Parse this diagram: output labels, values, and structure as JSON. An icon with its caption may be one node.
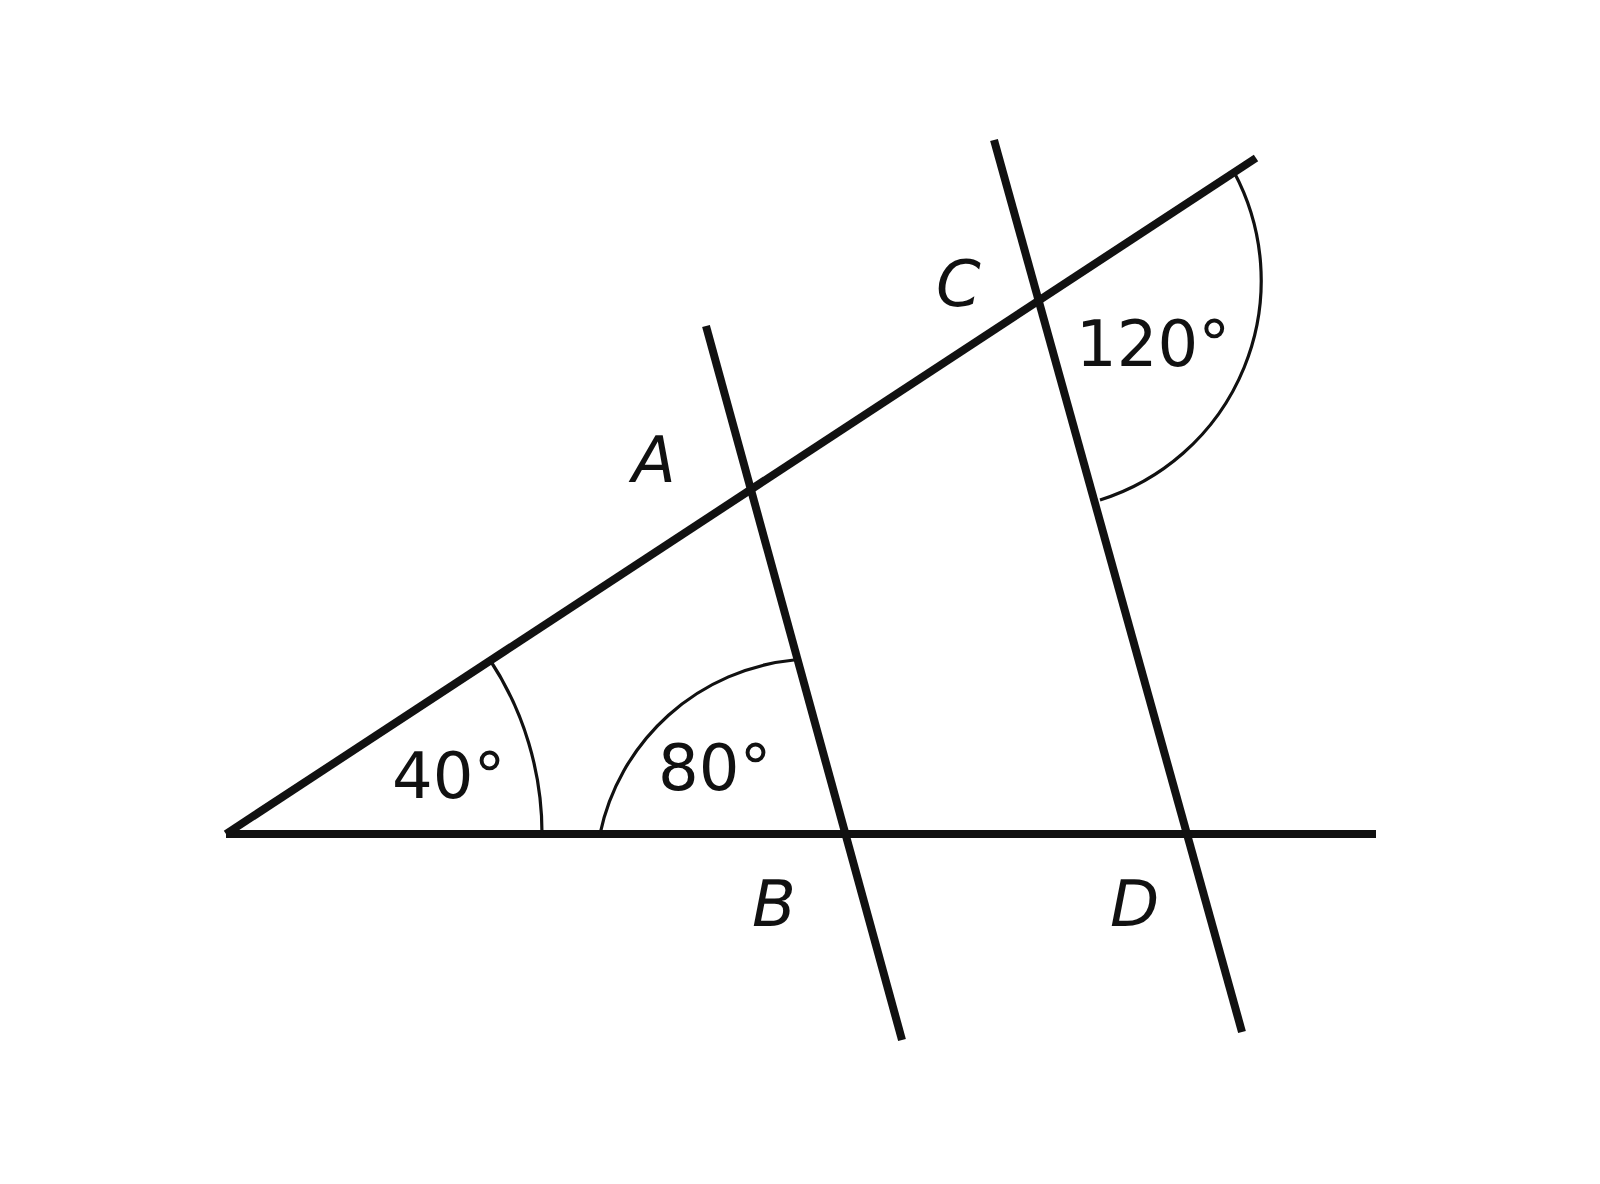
{
  "diagram": {
    "labels": [
      "C",
      "120°",
      "A",
      "40°",
      "80°",
      "B",
      "D"
    ]
  }
}
